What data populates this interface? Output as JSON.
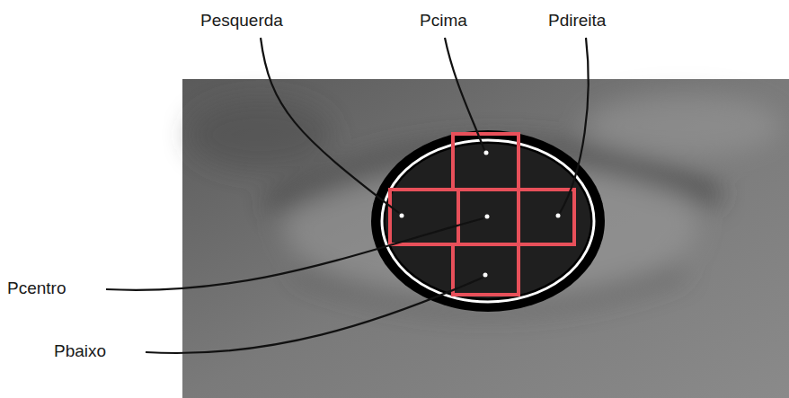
{
  "diagram": {
    "labels": [
      "Pesquerda",
      "Pcima",
      "Pdireita",
      "Pcentro",
      "Pbaixo"
    ]
  }
}
